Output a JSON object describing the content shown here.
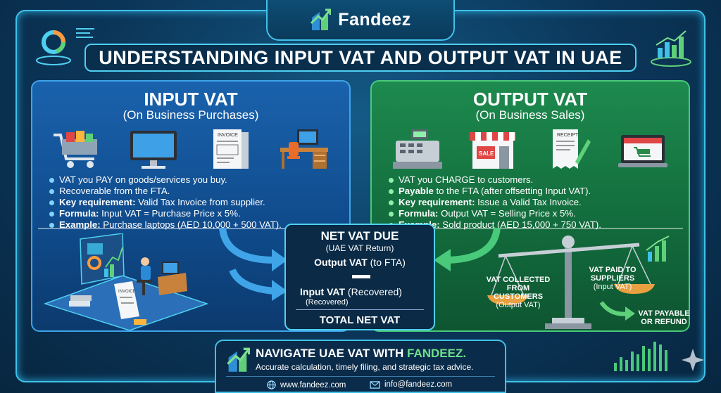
{
  "brand": {
    "name": "Fandeez"
  },
  "title": "UNDERSTANDING INPUT VAT AND OUTPUT VAT IN UAE",
  "input_panel": {
    "heading": "INPUT VAT",
    "subheading": "(On Business Purchases)",
    "icons": [
      "shopping-cart-icon",
      "computer-monitor-icon",
      "invoice-icon",
      "office-desk-icon"
    ],
    "invoice_label": "INVOICE",
    "bullets": [
      {
        "bold": "",
        "text": "VAT you PAY on goods/services you buy."
      },
      {
        "bold": "",
        "text": "Recoverable from the FTA."
      },
      {
        "bold": "Key requirement:",
        "text": " Valid Tax Invoice from supplier."
      },
      {
        "bold": "Formula:",
        "text": " Input VAT = Purchase Price x 5%."
      },
      {
        "bold": "Example:",
        "text": " Purchase laptops (AED 10,000 + 500 VAT)."
      }
    ]
  },
  "output_panel": {
    "heading": "OUTPUT VAT",
    "subheading": "(On Business Sales)",
    "icons": [
      "cash-register-icon",
      "shop-icon",
      "receipt-icon",
      "online-store-icon"
    ],
    "sale_label": "SALE",
    "receipt_label": "RECEIPT",
    "bullets": [
      {
        "bold": "",
        "text": "VAT you CHARGE to customers."
      },
      {
        "bold": "Payable",
        "text": " to the FTA (after offsetting Input VAT)."
      },
      {
        "bold": "Key requirement:",
        "text": " Issue a Valid Tax Invoice."
      },
      {
        "bold": "Formula:",
        "text": " Output VAT = Selling Price x 5%."
      },
      {
        "bold": "Example:",
        "text": " Sold product (AED 15,000 + 750 VAT)."
      }
    ]
  },
  "net_vat": {
    "title": "NET VAT DUE",
    "subtitle": "(UAE VAT Return)",
    "output_label": "Output VAT",
    "output_note": " (to FTA)",
    "input_label": "Input VAT",
    "input_note": " (Recovered)",
    "input_sub": "(Recovered)",
    "total": "TOTAL NET VAT"
  },
  "scale": {
    "left_label": "VAT COLLECTED FROM CUSTOMERS",
    "left_sub": "(Output VAT)",
    "right_label": "VAT PAID TO SUPPLIERS",
    "right_sub": "(Input VAT)",
    "result": "VAT PAYABLE OR REFUND"
  },
  "illustration": {
    "invoice_label": "INVOICE"
  },
  "footer": {
    "headline_prefix": "NAVIGATE UAE VAT WITH ",
    "headline_brand": "FANDEEZ.",
    "tagline": "Accurate calculation, timely filing, and strategic tax advice.",
    "website": "www.fandeez.com",
    "email": "info@fandeez.com"
  },
  "colors": {
    "input_panel": "#1a62ad",
    "output_panel": "#1d8a4e",
    "accent": "#3fc1e8",
    "brand_green": "#6fe08a"
  }
}
